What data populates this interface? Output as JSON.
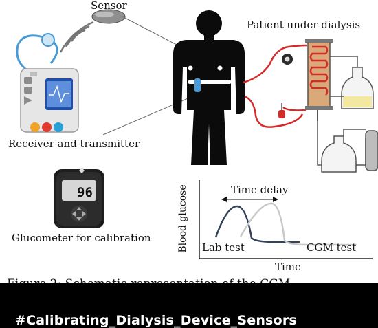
{
  "figure": {
    "labels": {
      "sensor": "Sensor",
      "patient": "Patient under dialysis",
      "receiver": "Receiver and transmitter",
      "glucometer": "Glucometer for calibration",
      "meter_reading": "96"
    },
    "graph": {
      "ylabel": "Blood glucose",
      "xlabel": "Time",
      "delay_label": "Time delay",
      "series_lab": "Lab test",
      "series_cgm": "CGM test"
    },
    "caption_partial": "Figure 2: Schematic representation of the CGM...",
    "colors": {
      "lab_curve": "#34425c",
      "cgm_curve": "#c8c8c8",
      "tubing": "#d42a2a",
      "silhouette": "#0b0b0b"
    }
  },
  "overlay": {
    "hashtag": "#Calibrating_Dialysis_Device_Sensors"
  }
}
